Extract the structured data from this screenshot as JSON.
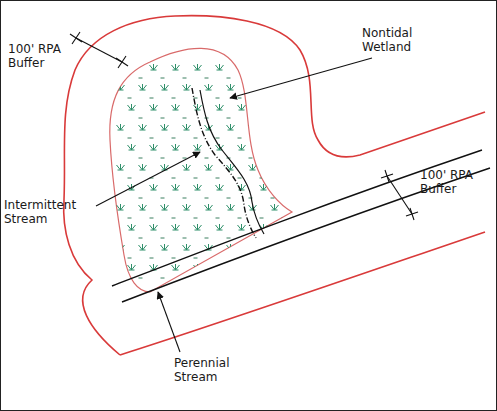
{
  "diagram": {
    "labels": [
      "100' RPA Buffer",
      "Nontidal Wetland",
      "100' RPA Buffer",
      "Intermittent Stream",
      "Perennial Stream"
    ]
  }
}
